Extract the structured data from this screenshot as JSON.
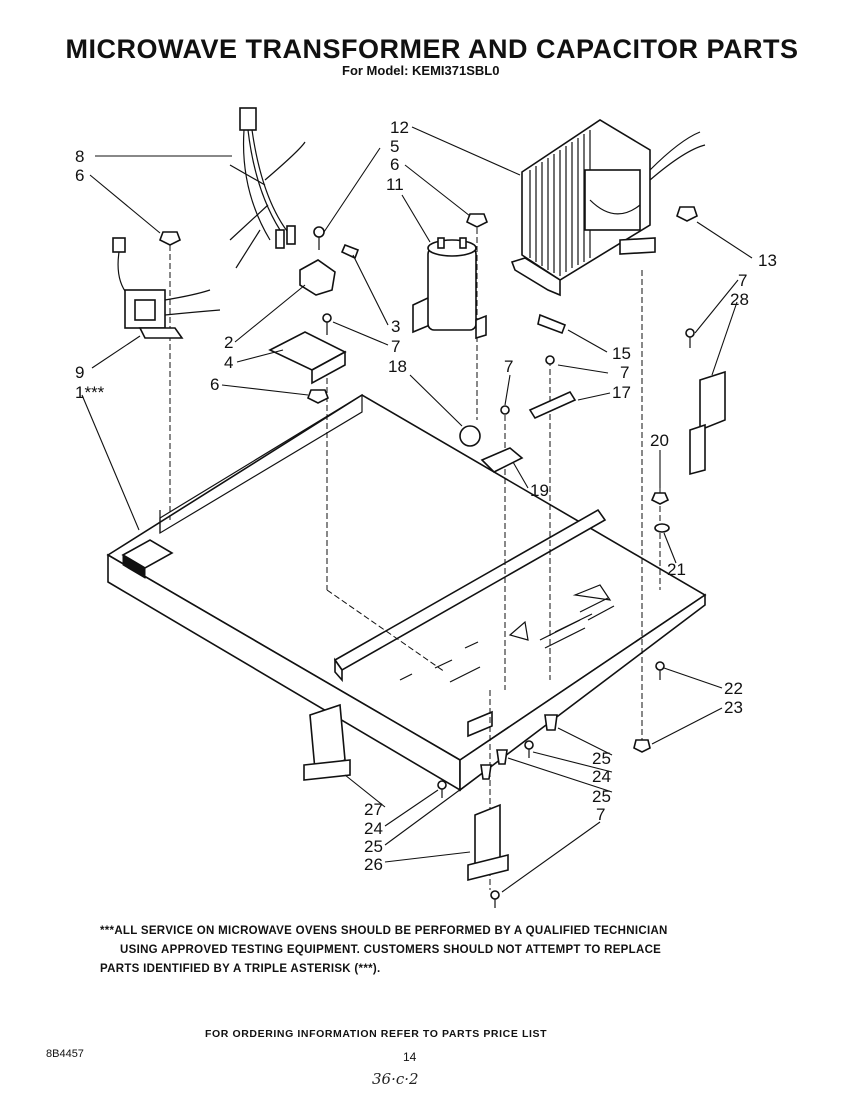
{
  "header": {
    "title": "MICROWAVE TRANSFORMER AND CAPACITOR PARTS",
    "subtitle": "For Model: KEMI371SBL0"
  },
  "callouts": {
    "c8": "8",
    "c6a": "6",
    "c12": "12",
    "c5": "5",
    "c6b": "6",
    "c11": "11",
    "c13": "13",
    "c7a": "7",
    "c28": "28",
    "c2": "2",
    "c3": "3",
    "c4": "4",
    "c7b": "7",
    "c9": "9",
    "c1": "1***",
    "c6c": "6",
    "c18": "18",
    "c15": "15",
    "c7c": "7",
    "c7d": "7",
    "c17": "17",
    "c20": "20",
    "c19": "19",
    "c21": "21",
    "c22": "22",
    "c23": "23",
    "c25a": "25",
    "c24a": "24",
    "c25b": "25",
    "c27": "27",
    "c24b": "24",
    "c25c": "25",
    "c26": "26",
    "c7e": "7"
  },
  "note": {
    "line1": "***ALL SERVICE ON MICROWAVE OVENS SHOULD BE PERFORMED BY A QUALIFIED TECHNICIAN",
    "line2": "USING APPROVED TESTING EQUIPMENT. CUSTOMERS SHOULD NOT ATTEMPT TO REPLACE",
    "line3": "PARTS IDENTIFIED BY A TRIPLE ASTERISK (***)."
  },
  "footer": {
    "ordering": "FOR ORDERING INFORMATION REFER TO PARTS PRICE LIST",
    "doc_number": "8B4457",
    "page_number": "14",
    "handwritten": "36·c·2"
  }
}
